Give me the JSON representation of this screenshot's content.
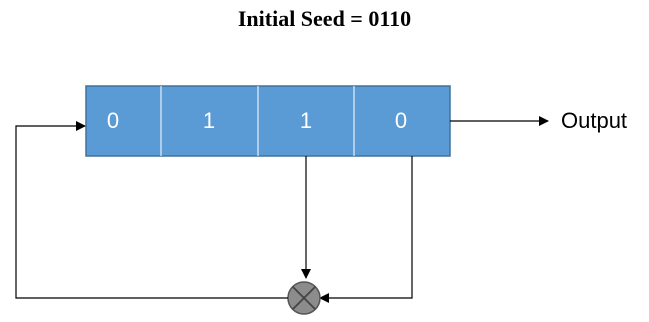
{
  "title": "Initial Seed = 0110",
  "register": {
    "bits": [
      "0",
      "1",
      "1",
      "0"
    ],
    "fill_color": "#5b9bd5",
    "stroke_color": "#41719c"
  },
  "output_label": "Output",
  "xor_gate": {
    "symbol": "xor-circle",
    "fill_color": "#8c8c8c"
  }
}
